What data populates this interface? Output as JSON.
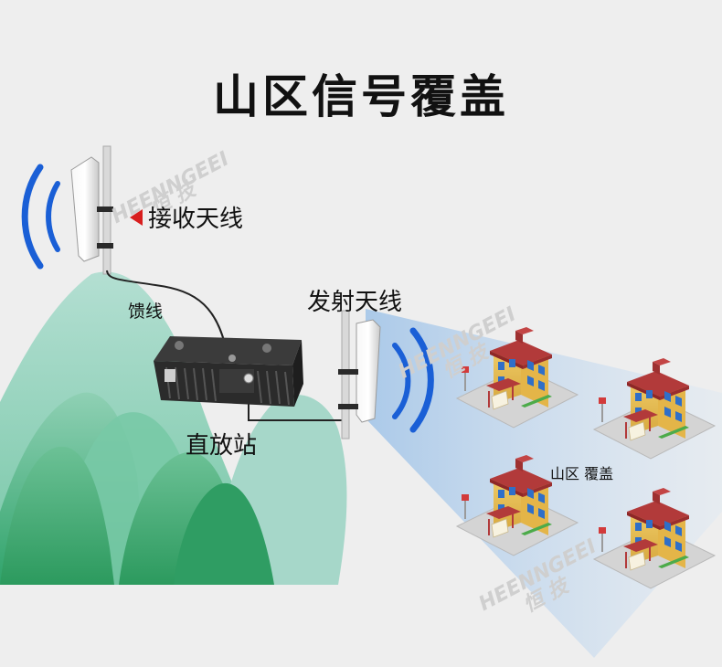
{
  "title": "山区信号覆盖",
  "labels": {
    "receive_antenna": "接收天线",
    "feeder": "馈线",
    "transmit_antenna": "发射天线",
    "repeater": "直放站",
    "coverage_area": "山区 覆盖"
  },
  "watermark": {
    "brand": "HEENNGEEI",
    "cn": "恒 技"
  },
  "colors": {
    "signal_wave": "#1a5fd6",
    "pointer_arrow": "#d81e1e",
    "mountain_dark": "#3aaa6e",
    "mountain_light": "#a8d8cc",
    "beam": "#c9ddf0"
  }
}
